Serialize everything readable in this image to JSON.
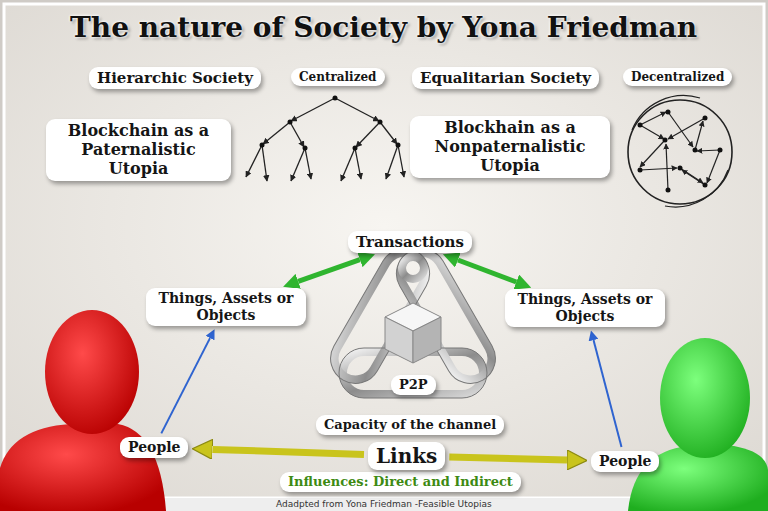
{
  "diagram": {
    "title": "The nature of Society by Yona Friedman",
    "caption": "Adadpted from Yona Friedman -Feasible Utopias",
    "nodes": [
      {
        "text": [
          "Transactions"
        ]
      },
      {
        "text": [
          "Things, Assets or Objects"
        ]
      },
      {
        "text": [
          "Things, Assets or Objects"
        ]
      },
      {
        "text": [
          "People"
        ]
      },
      {
        "text": [
          "Links"
        ]
      },
      {
        "text": [
          "People"
        ]
      }
    ],
    "edges": [
      {
        "from": 0,
        "to": 1,
        "arrow": "both"
      },
      {
        "from": 0,
        "to": 2,
        "arrow": "both"
      },
      {
        "from": 3,
        "to": 1,
        "arrow": "to"
      },
      {
        "from": 5,
        "to": 2,
        "arrow": "to"
      },
      {
        "from": 4,
        "to": 3,
        "arrow": "to"
      },
      {
        "from": 4,
        "to": 5,
        "arrow": "to"
      }
    ],
    "labels": [
      "Hierarchic Society",
      "Centralized",
      "Equalitarian Society",
      "Decentralized",
      "Blockchain as a Paternalistic Utopia",
      "Blockhain as a Nonpaternalistic Utopia",
      "P2P",
      "Capacity of the channel",
      "Influences: Direct and Indirect"
    ]
  }
}
